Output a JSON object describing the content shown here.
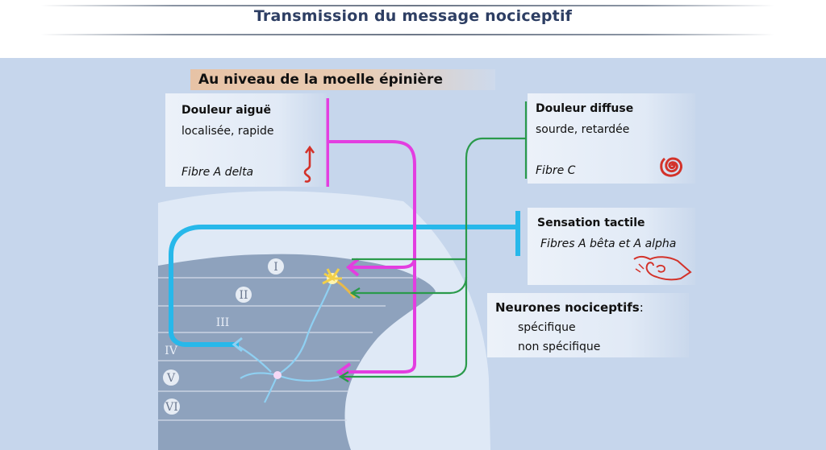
{
  "header": {
    "title": "Transmission du message nociceptif"
  },
  "subtitle": "Au niveau de la moelle épinière",
  "boxes": {
    "acute": {
      "title": "Douleur aiguë",
      "desc": "localisée, rapide",
      "fiber": "Fibre A delta"
    },
    "diffuse": {
      "title": "Douleur diffuse",
      "desc": "sourde, retardée",
      "fiber": "Fibre C"
    },
    "tactile": {
      "title": "Sensation tactile",
      "fiber": "Fibres A bêta et A alpha"
    },
    "neurons": {
      "title": "Neurones  nociceptifs",
      "colon": ":",
      "item1": "spécifique",
      "item2": "non spécifique"
    }
  },
  "laminae": [
    "I",
    "II",
    "III",
    "IV",
    "V",
    "VI"
  ],
  "colors": {
    "magenta": "#e33ee0",
    "green": "#2a9a4b",
    "cyan": "#27b8ea",
    "light_blue": "#8fd0f2",
    "gray_matter": "#8ea2bd",
    "background": "#c6d6ec",
    "icon_red": "#d3322a"
  },
  "icons": [
    "arrow-squiggle-icon",
    "spiral-icon",
    "hand-touch-icon"
  ]
}
